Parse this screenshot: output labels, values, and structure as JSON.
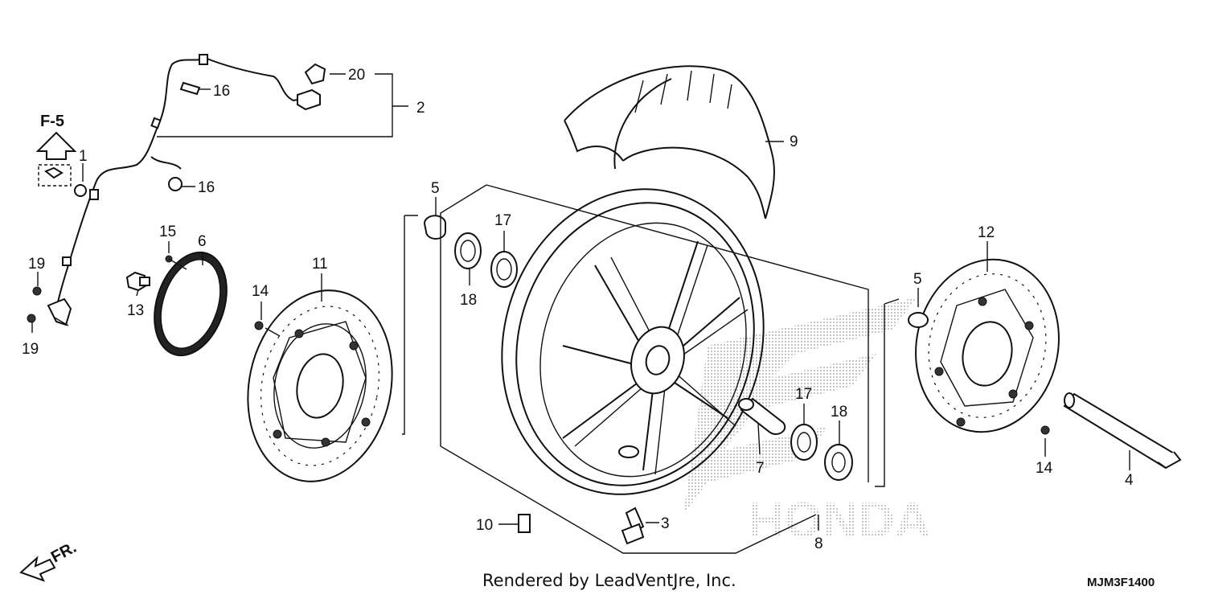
{
  "diagram": {
    "section_ref": "F-5",
    "direction_label": "FR.",
    "watermark": "HONDA",
    "credit": "Rendered by LeadVentJre, Inc.",
    "diagram_code": "MJM3F1400",
    "callouts": {
      "c1": "1",
      "c2": "2",
      "c3": "3",
      "c4": "4",
      "c5a": "5",
      "c5b": "5",
      "c6": "6",
      "c7": "7",
      "c8": "8",
      "c9": "9",
      "c10": "10",
      "c11": "11",
      "c12": "12",
      "c13": "13",
      "c14a": "14",
      "c14b": "14",
      "c15": "15",
      "c16a": "16",
      "c16b": "16",
      "c17a": "17",
      "c17b": "17",
      "c18a": "18",
      "c18b": "18",
      "c19a": "19",
      "c19b": "19",
      "c20": "20"
    }
  }
}
